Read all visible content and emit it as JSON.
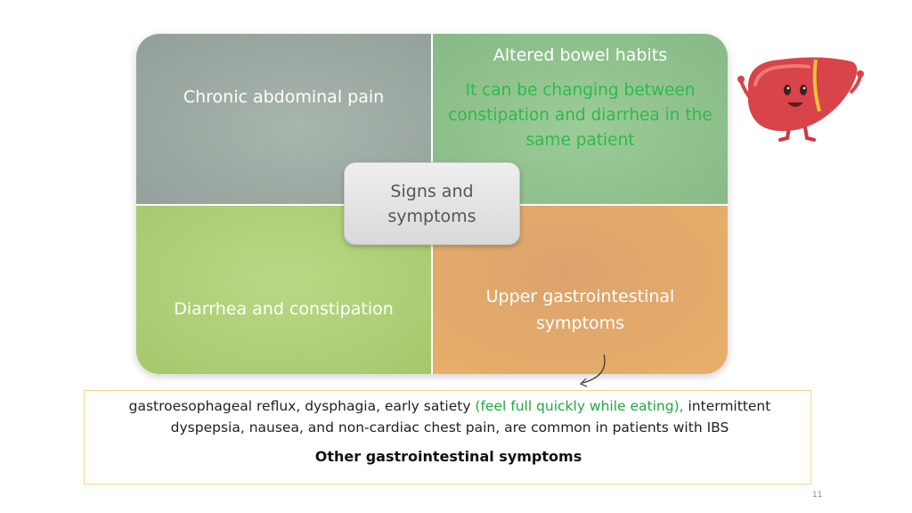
{
  "diagram": {
    "center_label": "Signs and symptoms",
    "quadrants": {
      "top_left": {
        "label": "Chronic abdominal pain"
      },
      "top_right": {
        "label": "Altered bowel habits",
        "note": "It can be changing between constipation and diarrhea in the same patient",
        "note_color": "#2fb94f"
      },
      "bottom_left": {
        "label": "Diarrhea and constipation"
      },
      "bottom_right": {
        "label": "Upper gastrointestinal symptoms"
      }
    },
    "colors": {
      "top_left": "#9aa79f",
      "top_right": "#8fc08d",
      "bottom_left": "#aecd77",
      "bottom_right": "#e3ab6a"
    }
  },
  "note_box": {
    "text_part1": "gastroesophageal reflux, dysphagia, early satiety ",
    "text_green": "(feel full quickly while eating),",
    "text_part2": " intermittent dyspepsia, nausea, and non-cardiac chest pain, are common in patients with IBS",
    "title": "Other gastrointestinal symptoms"
  },
  "icons": {
    "mascot": "liver-mascot-icon",
    "connector": "curved-arrow-icon"
  },
  "page_number": "11"
}
